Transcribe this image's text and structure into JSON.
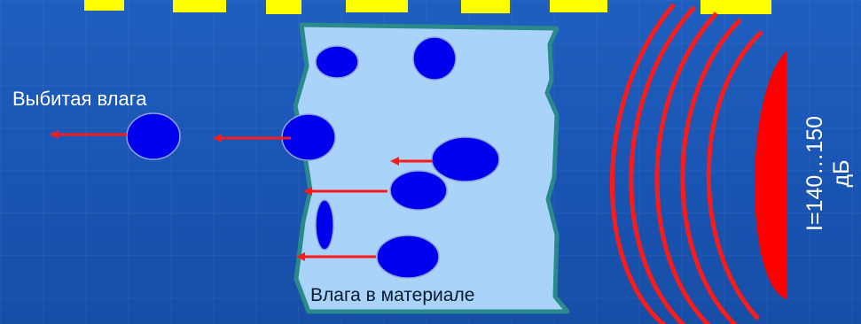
{
  "labels": {
    "knocked_out_moisture": "Выбитая влага",
    "moisture_in_material": "Влага в материале",
    "intensity_value": "I=140…150",
    "intensity_unit": "дБ"
  },
  "colors": {
    "background": "#1a55b3",
    "title": "#ffff00",
    "material_fill": "#a9d3f8",
    "material_border": "#2a8a8a",
    "droplet": "#0000ee",
    "arrow": "#ff1a1a",
    "sound_wave": "#ff1a1a"
  }
}
